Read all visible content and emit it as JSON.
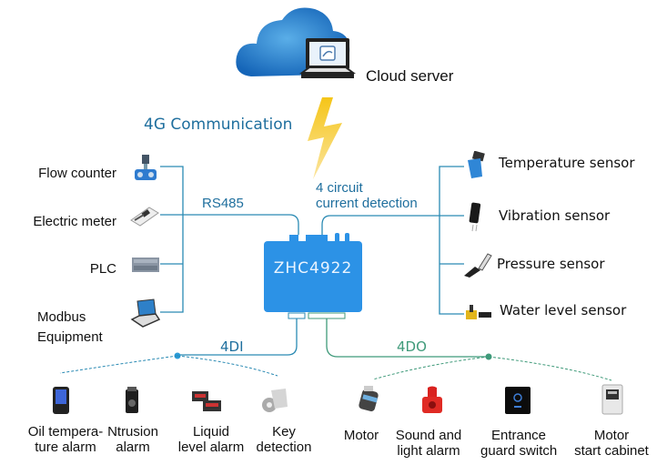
{
  "cloud": {
    "label": "Cloud server",
    "icon": "cloud-laptop-icon"
  },
  "uplink": {
    "label": "4G Communication",
    "icon": "lightning-bolt-icon"
  },
  "device": {
    "model": "ZHC4922",
    "accent_color": "#2c92e6"
  },
  "rs485": {
    "label": "RS485",
    "line_color": "#2a8ab3",
    "devices": [
      {
        "label": "Flow counter",
        "icon": "flow-meter-icon"
      },
      {
        "label": "Electric meter",
        "icon": "electric-meter-icon"
      },
      {
        "label": "PLC",
        "icon": "plc-icon"
      },
      {
        "label_line1": "Modbus",
        "label_line2": "Equipment",
        "icon": "laptop-icon"
      }
    ]
  },
  "current_detection": {
    "label_line1": "4 circuit",
    "label_line2": "current detection",
    "sensors": [
      {
        "label": "Temperature sensor",
        "icon": "temperature-sensor-icon"
      },
      {
        "label": "Vibration sensor",
        "icon": "vibration-sensor-icon"
      },
      {
        "label": "Pressure sensor",
        "icon": "pressure-sensor-icon"
      },
      {
        "label": "Water level sensor",
        "icon": "water-level-sensor-icon"
      }
    ]
  },
  "di": {
    "label": "4DI",
    "color": "#2a8ab3",
    "items": [
      {
        "line1": "Oil tempera-",
        "line2": "ture alarm",
        "icon": "oil-temperature-alarm-icon"
      },
      {
        "line1": "Ntrusion",
        "line2": "alarm",
        "icon": "intrusion-alarm-icon"
      },
      {
        "line1": "Liquid",
        "line2": "level alarm",
        "icon": "liquid-level-alarm-icon"
      },
      {
        "line1": "Key",
        "line2": "detection",
        "icon": "key-detection-icon"
      }
    ]
  },
  "do": {
    "label": "4DO",
    "color": "#3f9a7a",
    "items": [
      {
        "line1": "Motor",
        "line2": "",
        "icon": "motor-icon"
      },
      {
        "line1": "Sound and",
        "line2": "light alarm",
        "icon": "sound-light-alarm-icon"
      },
      {
        "line1": "Entrance",
        "line2": "guard switch",
        "icon": "entrance-guard-switch-icon"
      },
      {
        "line1": "Motor",
        "line2": "start cabinet",
        "icon": "motor-start-cabinet-icon"
      }
    ]
  }
}
